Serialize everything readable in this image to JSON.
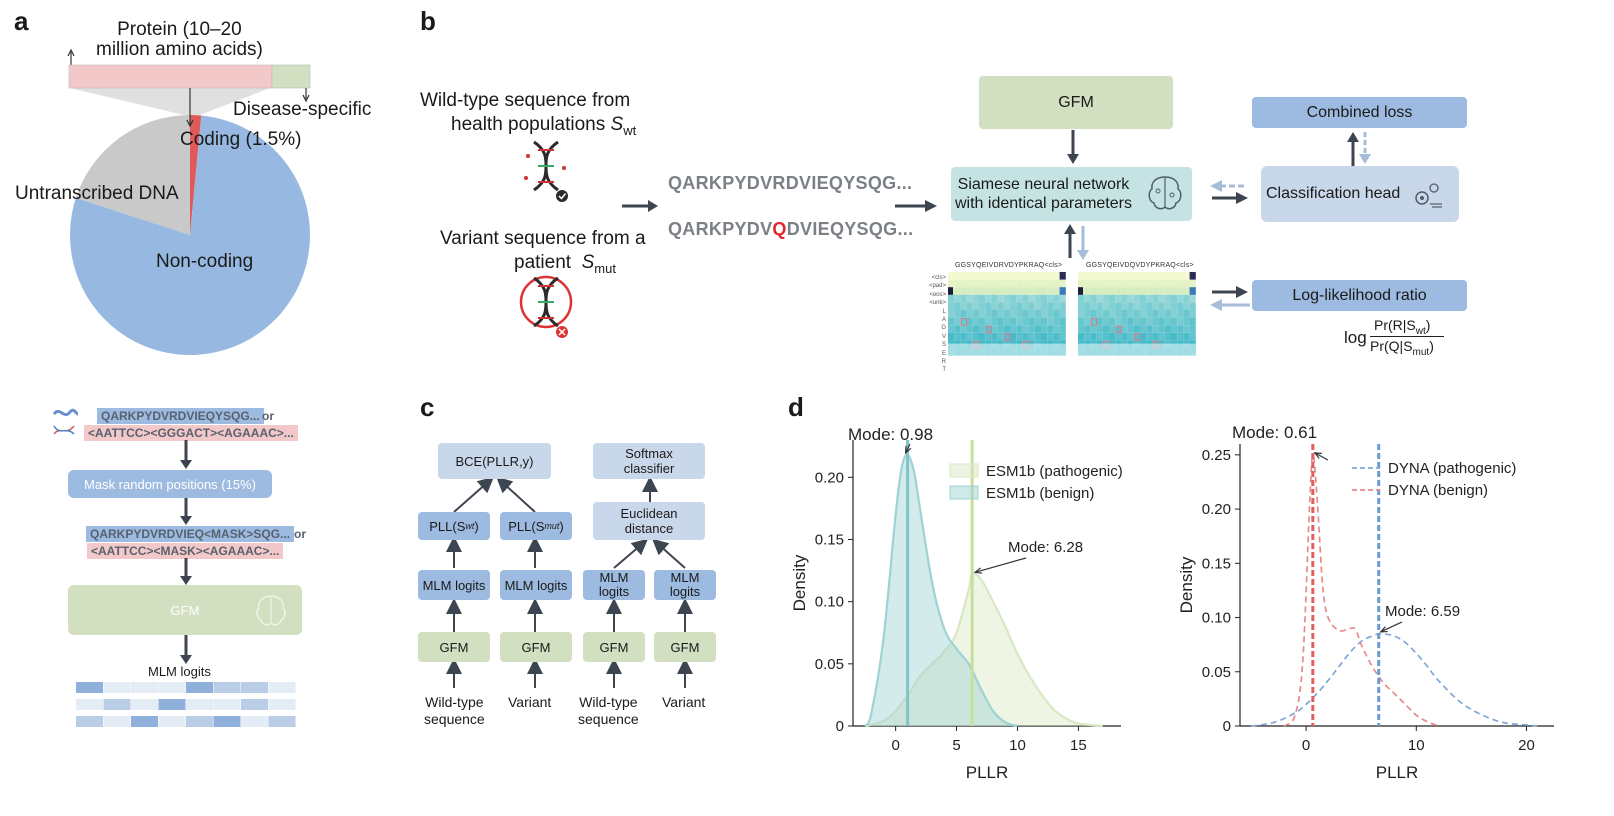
{
  "panels": {
    "a": "a",
    "b": "b",
    "c": "c",
    "d": "d"
  },
  "panel_a": {
    "protein_label": "Protein (10–20\nmillion amino acids)",
    "disease_label": "Disease-specific",
    "coding_label": "Coding (1.5%)",
    "untranscribed_label": "Untranscribed DNA",
    "noncoding_label": "Non-coding",
    "pie_values": {
      "coding": 1.5,
      "untranscribed": 20,
      "noncoding": 78.5
    },
    "colors": {
      "coding": "#e05a5a",
      "untranscribed": "#c9c9c9",
      "noncoding": "#97b9e1",
      "protein_bar": "#f3c8c8",
      "disease_bar": "#d3dfc1"
    },
    "pipeline": {
      "seq1": "QARKPYDVRDVIEQYSQG...",
      "or1": "or",
      "seq2": "<AATTCC><GGGACT><AGAAAC>...",
      "mask_step": "Mask random positions (15%)",
      "masked_seq1": "QARKPYDVRDVIEQ<MASK>SQG...",
      "or2": "or",
      "masked_seq2": "<AATTCC><MASK><AGAAAC>...",
      "gfm": "GFM",
      "mlm_logits": "MLM logits"
    }
  },
  "panel_b": {
    "wt_label_1": "Wild-type sequence from",
    "wt_label_2": "health populations",
    "wt_symbol": "S",
    "wt_sub": "wt",
    "var_label_1": "Variant sequence from a",
    "var_label_2": "patient",
    "var_symbol": "S",
    "var_sub": "mut",
    "wt_seq": "QARKPYDVRDVIEQYSQG...",
    "var_seq_prefix": "QARKPYDV",
    "var_seq_mut": "Q",
    "var_seq_suffix": "DVIEQYSQG...",
    "gfm": "GFM",
    "siamese": "Siamese neural network\nwith identical parameters",
    "combined_loss": "Combined loss",
    "classification_head": "Classification head",
    "llr": "Log-likelihood ratio",
    "formula_log": "log",
    "formula_num": "Pr(R|S",
    "formula_num_sub": "wt",
    "formula_den": "Pr(Q|S",
    "formula_den_sub": "mut",
    "heatmap_header_left": "GGSYQEIVDRVDYPKRAQ<cls>",
    "heatmap_header_right": "GGSYQEIVDQVDYPKRAQ<cls>",
    "heatmap_rowlabels": [
      "<cls>",
      "<pad>",
      "<eos>",
      "<unk>",
      "L",
      "A",
      "G",
      "V",
      "S",
      "E",
      "R",
      "T"
    ]
  },
  "panel_c": {
    "bce": "BCE(PLLR,y)",
    "pll_wt": "PLL(S",
    "pll_wt_sub": "wt",
    "pll_mut": "PLL(S",
    "pll_mut_sub": "mut",
    "mlm_logits": "MLM logits",
    "mlm_logits_split": "MLM\nlogits",
    "gfm": "GFM",
    "wildtype": "Wild-type\nsequence",
    "variant": "Variant",
    "softmax": "Softmax\nclassifier",
    "euclidean": "Euclidean\ndistance"
  },
  "chart_data": [
    {
      "type": "area",
      "title": "",
      "xlabel": "PLLR",
      "ylabel": "Density",
      "xlim": [
        -3.5,
        18.5
      ],
      "ylim": [
        0,
        0.23
      ],
      "xticks": [
        0,
        5,
        10,
        15
      ],
      "yticks": [
        0,
        0.05,
        0.1,
        0.15,
        0.2
      ],
      "ytick_labels": [
        "0",
        "0.05",
        "0.10",
        "0.15",
        "0.20"
      ],
      "legend_position": "top-right",
      "series": [
        {
          "name": "ESM1b (pathogenic)",
          "color": "#d9e8c3",
          "x": [
            -2.5,
            -1,
            0,
            1,
            2,
            3,
            4,
            5,
            6,
            6.28,
            7,
            8,
            9,
            10,
            11,
            12,
            13,
            14,
            15,
            17
          ],
          "y": [
            0.0,
            0.004,
            0.012,
            0.025,
            0.04,
            0.05,
            0.06,
            0.075,
            0.11,
            0.122,
            0.118,
            0.1,
            0.08,
            0.058,
            0.04,
            0.025,
            0.013,
            0.006,
            0.002,
            0.0
          ]
        },
        {
          "name": "ESM1b (benign)",
          "color": "#9fd2d2",
          "x": [
            -2.5,
            -2,
            -1,
            0,
            0.5,
            0.98,
            1.5,
            2,
            3,
            4,
            5,
            6,
            7,
            8,
            9,
            10
          ],
          "y": [
            0.0,
            0.01,
            0.07,
            0.17,
            0.208,
            0.218,
            0.205,
            0.175,
            0.115,
            0.078,
            0.062,
            0.05,
            0.03,
            0.012,
            0.003,
            0.0
          ]
        }
      ],
      "mode_lines": [
        {
          "label": "Mode: 0.98",
          "x": 0.98,
          "y": 0.218,
          "color": "#7ec6c6"
        },
        {
          "label": "Mode: 6.28",
          "x": 6.28,
          "y": 0.122,
          "color": "#c7df9c"
        }
      ]
    },
    {
      "type": "line",
      "title": "",
      "xlabel": "PLLR",
      "ylabel": "Density",
      "xlim": [
        -6,
        22.5
      ],
      "ylim": [
        0,
        0.26
      ],
      "xticks": [
        0,
        10,
        20
      ],
      "yticks": [
        0,
        0.05,
        0.1,
        0.15,
        0.2,
        0.25
      ],
      "ytick_labels": [
        "0",
        "0.05",
        "0.10",
        "0.15",
        "0.20",
        "0.25"
      ],
      "legend_position": "top-right",
      "series": [
        {
          "name": "DYNA (pathogenic)",
          "color": "#7fa7d6",
          "x": [
            -5,
            -3,
            -1,
            0,
            1,
            2,
            3,
            4,
            5,
            6,
            6.59,
            7,
            8,
            9,
            10,
            11,
            12,
            14,
            16,
            18,
            20,
            21
          ],
          "y": [
            0.0,
            0.003,
            0.012,
            0.02,
            0.03,
            0.042,
            0.055,
            0.068,
            0.078,
            0.083,
            0.085,
            0.085,
            0.083,
            0.077,
            0.067,
            0.055,
            0.042,
            0.022,
            0.01,
            0.003,
            0.001,
            0.0
          ]
        },
        {
          "name": "DYNA (benign)",
          "color": "#e48b8b",
          "x": [
            -2,
            -1,
            -0.3,
            0.3,
            0.61,
            1,
            1.5,
            2,
            3,
            4,
            4.5,
            5,
            6,
            7,
            8,
            9,
            10,
            11,
            12
          ],
          "y": [
            0.0,
            0.01,
            0.06,
            0.2,
            0.25,
            0.21,
            0.13,
            0.1,
            0.088,
            0.09,
            0.089,
            0.075,
            0.055,
            0.04,
            0.03,
            0.02,
            0.01,
            0.004,
            0.0
          ]
        }
      ],
      "mode_lines": [
        {
          "label": "Mode: 0.61",
          "x": 0.61,
          "y": 0.25,
          "color": "#e06060"
        },
        {
          "label": "Mode: 6.59",
          "x": 6.59,
          "y": 0.085,
          "color": "#6b9bd2"
        }
      ]
    }
  ]
}
